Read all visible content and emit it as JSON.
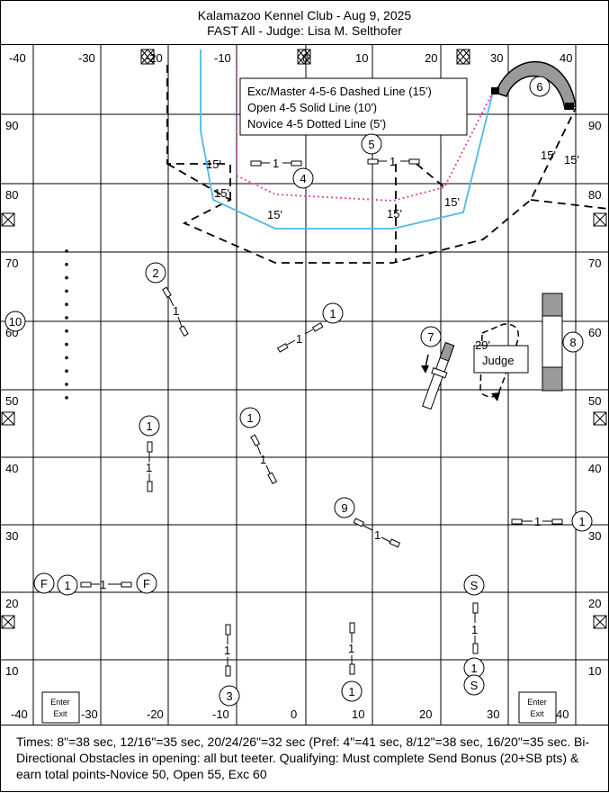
{
  "header": {
    "title": "Kalamazoo Kennel Club - Aug 9, 2025",
    "subtitle": "FAST All - Judge: Lisa M. Selthofer"
  },
  "axis": {
    "x_top": [
      "-40",
      "-30",
      "-20",
      "-10",
      "0",
      "10",
      "20",
      "30",
      "40"
    ],
    "x_bottom": [
      "-40",
      "-30",
      "-20",
      "-10",
      "0",
      "10",
      "20",
      "30",
      "40"
    ],
    "y_left": [
      "90",
      "80",
      "70",
      "60",
      "50",
      "40",
      "30",
      "20",
      "10"
    ],
    "y_right": [
      "90",
      "80",
      "70",
      "60",
      "50",
      "40",
      "30",
      "20",
      "10"
    ]
  },
  "legend": {
    "lines": [
      "Exc/Master 4-5-6 Dashed Line (15')",
      "Open 4-5 Solid Line (10')",
      "Novice 4-5 Dotted Line (5')"
    ],
    "colors": {
      "excellent": "#000000",
      "open": "#4fb8e8",
      "novice": "#e040b0"
    }
  },
  "distances": {
    "fifteen": "15'",
    "judge_dist": "29'"
  },
  "obstacles": {
    "one": "1",
    "two": "2",
    "three": "3",
    "four": "4",
    "five": "5",
    "six": "6",
    "seven": "7",
    "eight": "8",
    "nine": "9",
    "ten": "10",
    "start": "S",
    "finish": "F"
  },
  "labels": {
    "judge": "Judge",
    "enter": "Enter",
    "exit": "Exit"
  },
  "footer": {
    "text": "Times: 8\"=38 sec, 12/16\"=35 sec, 20/24/26\"=32 sec (Pref: 4\"=41 sec, 8/12\"=38 sec, 16/20\"=35 sec.  Bi-Directional Obstacles in opening: all but teeter. Qualifying: Must complete Send Bonus (20+SB pts) & earn total points-Novice 50, Open 55, Exc 60"
  }
}
